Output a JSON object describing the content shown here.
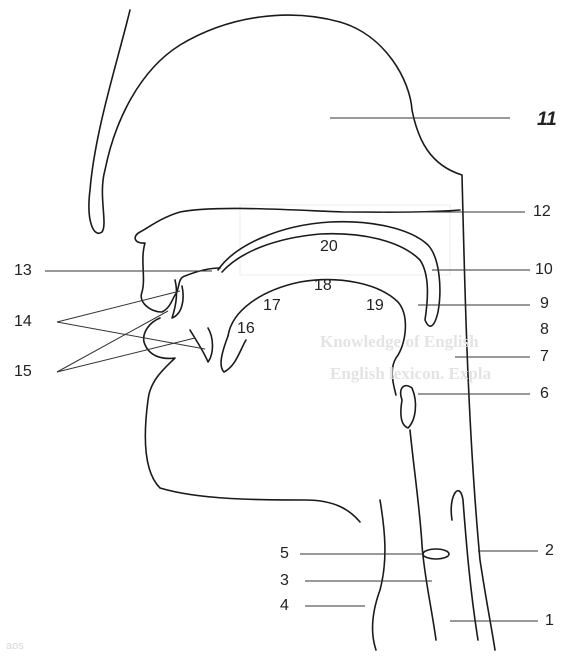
{
  "diagram": {
    "labels": [
      {
        "id": "1",
        "text": "1"
      },
      {
        "id": "2",
        "text": "2"
      },
      {
        "id": "3",
        "text": "3"
      },
      {
        "id": "4",
        "text": "4"
      },
      {
        "id": "5",
        "text": "5"
      },
      {
        "id": "6",
        "text": "6"
      },
      {
        "id": "7",
        "text": "7"
      },
      {
        "id": "8",
        "text": "8"
      },
      {
        "id": "9",
        "text": "9"
      },
      {
        "id": "10",
        "text": "10"
      },
      {
        "id": "11",
        "text": "11"
      },
      {
        "id": "12",
        "text": "12"
      },
      {
        "id": "13",
        "text": "13"
      },
      {
        "id": "14",
        "text": "14"
      },
      {
        "id": "15",
        "text": "15"
      },
      {
        "id": "16",
        "text": "16"
      },
      {
        "id": "17",
        "text": "17"
      },
      {
        "id": "18",
        "text": "18"
      },
      {
        "id": "19",
        "text": "19"
      },
      {
        "id": "20",
        "text": "20"
      }
    ],
    "bleed_through_text": [
      "Knowledge of English",
      "English lexicon. Expla"
    ],
    "corner_mark": "aos"
  }
}
